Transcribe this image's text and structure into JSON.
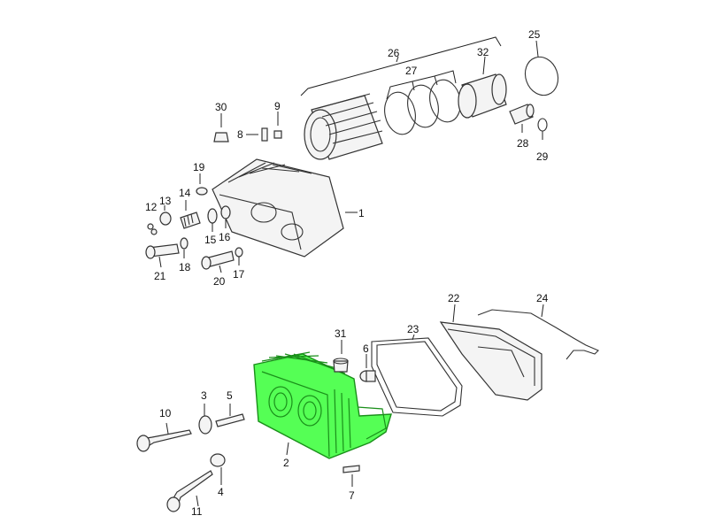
{
  "diagram": {
    "highlight_color": "#55ff55",
    "labels": [
      "1",
      "2",
      "3",
      "4",
      "5",
      "6",
      "7",
      "8",
      "9",
      "10",
      "11",
      "12",
      "13",
      "14",
      "15",
      "16",
      "17",
      "18",
      "19",
      "20",
      "21",
      "22",
      "23",
      "24",
      "25",
      "26",
      "27",
      "28",
      "29",
      "30",
      "31",
      "32"
    ]
  }
}
